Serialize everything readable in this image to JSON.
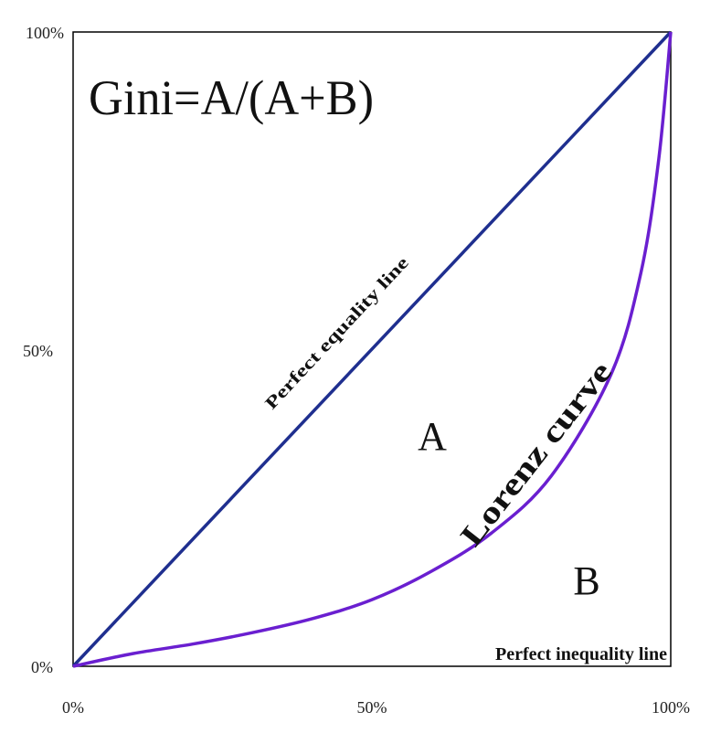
{
  "formula": "Gini=A/(A+B)",
  "regions": {
    "a": "A",
    "b": "B"
  },
  "annotations": {
    "equality_line": "Perfect equality line",
    "lorenz_curve": "Lorenz curve",
    "inequality_line": "Perfect inequality line"
  },
  "colors": {
    "equality_line": "#1f2f8f",
    "lorenz_curve": "#6a1fd0",
    "frame": "#000000"
  },
  "chart_data": {
    "type": "line",
    "xlim": [
      0,
      100
    ],
    "ylim": [
      0,
      100
    ],
    "x_ticks": [
      "0%",
      "50%",
      "100%"
    ],
    "y_ticks": [
      "0%",
      "50%",
      "100%"
    ],
    "series": [
      {
        "x": [
          0,
          100
        ],
        "y": [
          0,
          100
        ]
      },
      {
        "x": [
          0,
          10,
          20,
          30,
          40,
          50,
          60,
          70,
          80,
          90,
          95,
          98,
          100
        ],
        "y": [
          0,
          2,
          3.5,
          5.3,
          7.5,
          10.5,
          15,
          21,
          30,
          46,
          62,
          80,
          100
        ]
      }
    ],
    "grid": false
  }
}
